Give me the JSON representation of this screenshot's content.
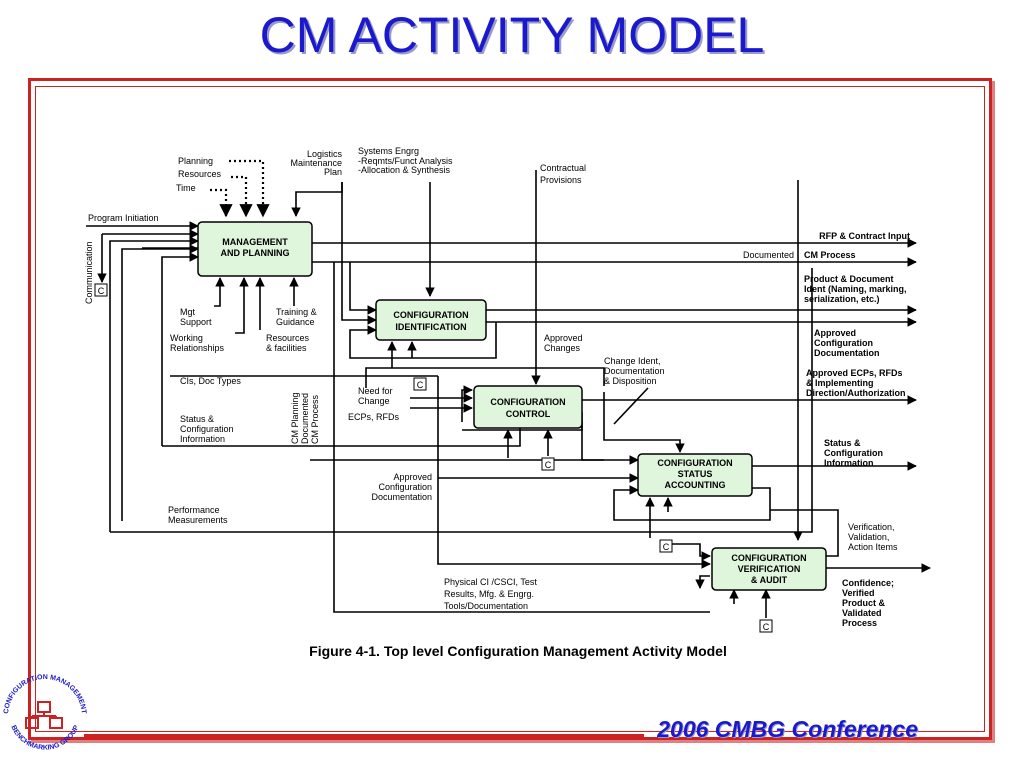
{
  "slide_title": "CM ACTIVITY MODEL",
  "footer": {
    "conference": "2006 CMBG Conference"
  },
  "logo": {
    "top_text": "CONFIGURATION MANAGEMENT",
    "bottom_text": "BENCHMARKING GROUP",
    "color": "#cc2222"
  },
  "figure_caption": "Figure 4-1.  Top level Configuration Management Activity Model",
  "control_marker": "C",
  "colors": {
    "title": "#1a1acc",
    "frame": "#cc2222",
    "box_fill": "#dff5dc"
  },
  "boxes": {
    "management": [
      "MANAGEMENT",
      "AND PLANNING"
    ],
    "identification": [
      "CONFIGURATION",
      "IDENTIFICATION"
    ],
    "control": [
      "CONFIGURATION",
      "CONTROL"
    ],
    "status": [
      "CONFIGURATION",
      "STATUS",
      "ACCOUNTING"
    ],
    "verification": [
      "CONFIGURATION",
      "VERIFICATION",
      "& AUDIT"
    ]
  },
  "labels": {
    "planning": "Planning",
    "resources": "Resources",
    "time": "Time",
    "logistics": [
      "Logistics",
      "Maintenance",
      "Plan"
    ],
    "systems_engrg": [
      "Systems Engrg",
      "-Reqmts/Funct Analysis",
      "-Allocation & Synthesis"
    ],
    "contractual": [
      "Contractual",
      "Provisions"
    ],
    "program_initiation": "Program Initiation",
    "communication": "Communication",
    "mgt_support": [
      "Mgt",
      "Support"
    ],
    "working_relationships": [
      "Working",
      "Relationships"
    ],
    "training": [
      "Training &",
      "Guidance"
    ],
    "resources_facilities": [
      "Resources",
      "& facilities"
    ],
    "cis_doc_types": "CIs, Doc Types",
    "status_config_info_left": [
      "Status &",
      "Configuration",
      "Information"
    ],
    "cm_planning": [
      "CM Planning",
      "Documented",
      "CM Process"
    ],
    "need_for_change": [
      "Need for",
      "Change"
    ],
    "ecps_rfds": "ECPs, RFDs",
    "approved_changes": [
      "Approved",
      "Changes"
    ],
    "change_ident": [
      "Change Ident,",
      "Documentation",
      "& Disposition"
    ],
    "approved_config_doc_left": [
      "Approved",
      "Configuration",
      "Documentation"
    ],
    "performance": [
      "Performance",
      "Measurements"
    ],
    "physical_ci": [
      "Physical CI /CSCI, Test",
      "Results, Mfg. & Engrg.",
      "Tools/Documentation"
    ],
    "verification_items": [
      "Verification,",
      "Validation,",
      "Action Items"
    ]
  },
  "outputs": {
    "rfp": "RFP & Contract Input",
    "documented": "Documented",
    "cm_process": "CM Process",
    "product_doc": [
      "Product & Document",
      "Ident (Naming, marking,",
      "serialization, etc.)"
    ],
    "approved_config_doc": [
      "Approved",
      "Configuration",
      "Documentation"
    ],
    "approved_ecps": [
      "Approved ECPs, RFDs",
      "& Implementing",
      "Direction/Authorization"
    ],
    "status_config_info": [
      "Status &",
      "Configuration",
      "Information"
    ],
    "confidence": [
      "Confidence;",
      "Verified",
      "Product &",
      "Validated",
      "Process"
    ]
  }
}
